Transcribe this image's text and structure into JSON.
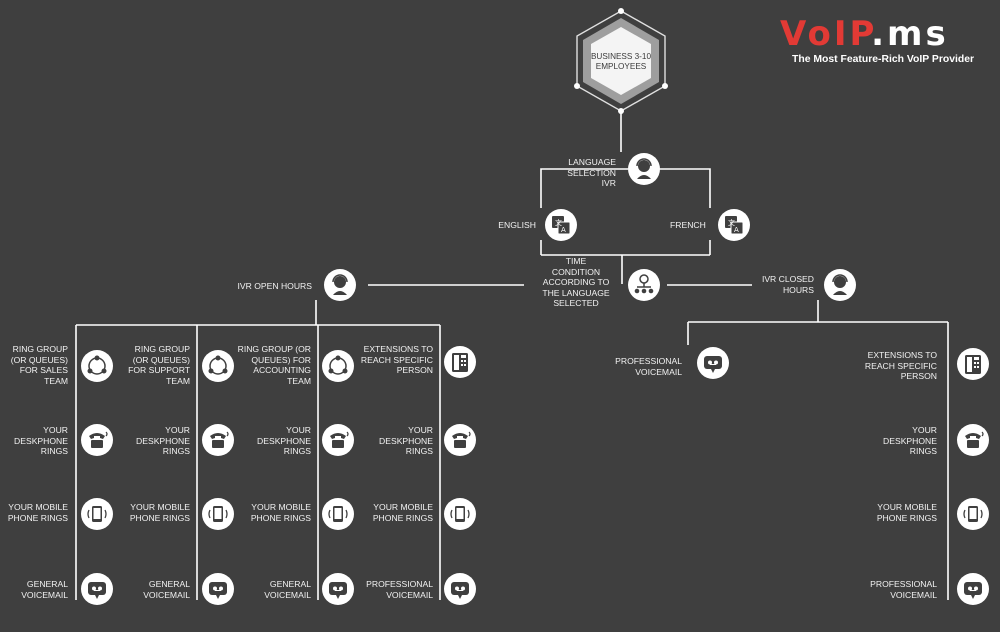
{
  "brand": {
    "logo_text": "VoIP.ms",
    "tagline": "The Most Feature-Rich VoIP Provider",
    "accent_color": "#e23a35"
  },
  "top": {
    "business_label": "BUSINESS 3-10\nEMPLOYEES",
    "language_ivr": "LANGUAGE\nSELECTION\nIVR",
    "english": "ENGLISH",
    "french": "FRENCH",
    "time_condition": "TIME\nCONDITION\nACCORDING TO\nTHE LANGUAGE\nSELECTED",
    "ivr_open": "IVR OPEN HOURS",
    "ivr_closed": "IVR CLOSED\nHOURS"
  },
  "open_columns": [
    {
      "head": "RING GROUP\n(OR QUEUES)\nFOR SALES\nTEAM",
      "desk": "YOUR\nDESKPHONE\nRINGS",
      "mobile": "YOUR MOBILE\nPHONE RINGS",
      "voicemail": "GENERAL\nVOICEMAIL"
    },
    {
      "head": "RING GROUP\n(OR QUEUES)\nFOR SUPPORT\nTEAM",
      "desk": "YOUR\nDESKPHONE\nRINGS",
      "mobile": "YOUR MOBILE\nPHONE RINGS",
      "voicemail": "GENERAL\nVOICEMAIL"
    },
    {
      "head": "RING GROUP (OR\nQUEUES) FOR\nACCOUNTING\nTEAM",
      "desk": "YOUR\nDESKPHONE\nRINGS",
      "mobile": "YOUR MOBILE\nPHONE RINGS",
      "voicemail": "GENERAL\nVOICEMAIL"
    },
    {
      "head": "EXTENSIONS TO\nREACH SPECIFIC\nPERSON",
      "desk": "YOUR\nDESKPHONE\nRINGS",
      "mobile": "YOUR MOBILE\nPHONE RINGS",
      "voicemail": "PROFESSIONAL\nVOICEMAIL"
    }
  ],
  "closed_branch": {
    "voicemail": "PROFESSIONAL\nVOICEMAIL",
    "extensions": "EXTENSIONS TO\nREACH SPECIFIC\nPERSON",
    "desk": "YOUR\nDESKPHONE\nRINGS",
    "mobile": "YOUR MOBILE\nPHONE RINGS",
    "final_voicemail": "PROFESSIONAL\nVOICEMAIL"
  },
  "icons": {
    "business": "hexagon-badge",
    "ivr": "operator-headset-icon",
    "language": "translate-icon",
    "time_condition": "hierarchy-clock-icon",
    "ring_group": "group-ring-icon",
    "extensions": "deskphone-icon",
    "deskphone": "ringing-phone-icon",
    "mobile": "vibrating-mobile-icon",
    "voicemail": "voicemail-icon"
  }
}
